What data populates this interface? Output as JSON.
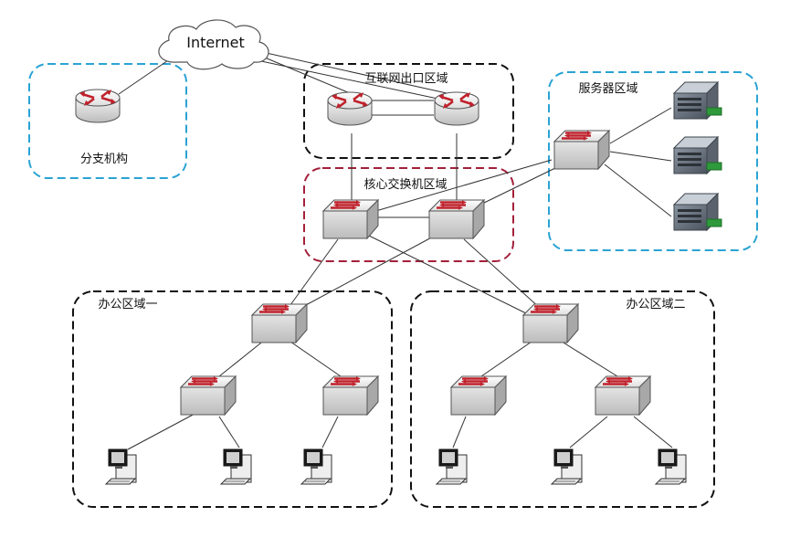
{
  "cloud_label": "Internet",
  "zones": {
    "branch": "分支机构",
    "egress": "互联网出口区域",
    "core": "核心交换机区域",
    "server": "服务器区域",
    "office1": "办公区域一",
    "office2": "办公区域二"
  },
  "colors": {
    "zone_black": "#111111",
    "zone_blue": "#2aa3d3",
    "zone_red": "#a3203a",
    "arrow_red": "#c0212b",
    "server_green": "#2e9a3c"
  },
  "icons": {
    "router": "router-icon",
    "switch": "switch-icon",
    "server": "server-icon",
    "pc": "pc-icon",
    "cloud": "cloud-icon"
  }
}
